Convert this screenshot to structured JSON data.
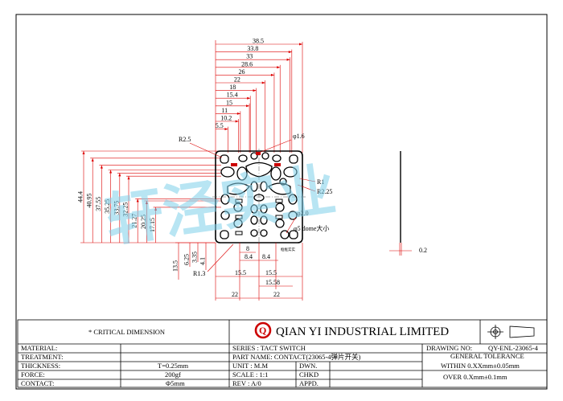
{
  "dims_top": [
    "38.5",
    "33.8",
    "33",
    "28.6",
    "26",
    "22",
    "18",
    "15.4",
    "15",
    "11",
    "10.2",
    "5.5"
  ],
  "dims_left": [
    "44.4",
    "40.95",
    "37.55",
    "35.25",
    "33.75",
    "32.25",
    "21.27",
    "20.25",
    "17.15"
  ],
  "dims_bottom_left": [
    "13.5",
    "6.25",
    "3.35",
    "4.1"
  ],
  "labels": {
    "r25": "R2.5",
    "phi16": "φ1.6",
    "r1": "R1",
    "r225": "R2.25",
    "phi20": "φ2.0",
    "dome": "φ5 dome大小",
    "r13": "R1.3",
    "d8": "8",
    "d84a": "8.4",
    "d84b": "8.4",
    "d155a": "15.5",
    "d155b": "15.5",
    "d1558": "15.58",
    "d22a": "22",
    "d22b": "22",
    "d02": "0.2",
    "note": "框框实实"
  },
  "watermark": "轩泾实业",
  "title_block": {
    "critical": "* CRITICAL  DIMENSION",
    "company": "QIAN YI INDUSTRIAL LIMITED",
    "logo_letter": "Q",
    "rows": [
      {
        "label": "MATERIAL:",
        "value": ""
      },
      {
        "label": "TREATMENT:",
        "value": ""
      },
      {
        "label": "THICKNESS:",
        "value": "T=0.25mm"
      },
      {
        "label": "FORCE:",
        "value": "200gf"
      },
      {
        "label": "CONTACT:",
        "value": "Φ5mm"
      }
    ],
    "series": "SERIES : TACT SWITCH",
    "part_name": "PART NAME: CONTACT(23065-4弹片开关)",
    "unit_label": "UNIT : M.M",
    "scale_label": "SCALE : 1:1",
    "rev_label": "REV  : A/0",
    "dwn": "DWN.",
    "chkd": "CHKD",
    "appd": "APPD.",
    "drawing_no_label": "DRAWING NO:",
    "drawing_no": "QY-ENL-23065-4",
    "general_tolerance": "GENERAL TOLERANCE",
    "within": "WITHIN 0.XXmm±0.05mm",
    "over": "OVER  0.Xmm±0.1mm"
  }
}
